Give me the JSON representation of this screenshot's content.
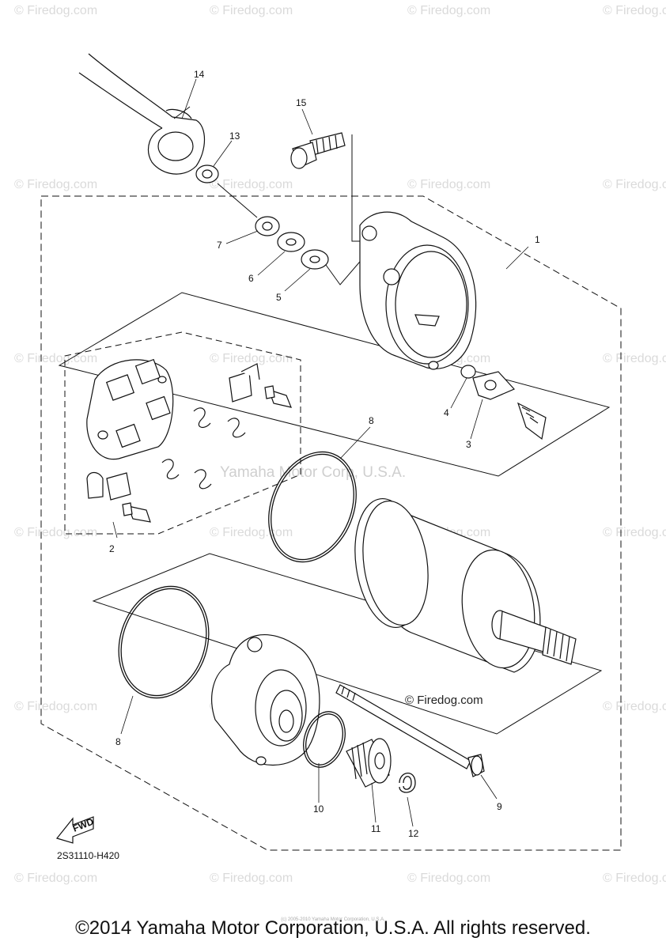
{
  "watermark": "© Firedog.com",
  "watermark_center": "© Firedog.com",
  "center_credit": "Yamaha Motor Corp, U.S.A.",
  "diagram_code": "2S31110-H420",
  "fwd_label": "FWD",
  "footer": "©2014 Yamaha Motor Corporation, U.S.A. All rights reserved.",
  "fine_print": "(c) 2005-2010 Yamaha Motor Corporation, U.S.A.",
  "callouts": [
    "1",
    "2",
    "3",
    "4",
    "5",
    "6",
    "7",
    "8",
    "8",
    "9",
    "10",
    "11",
    "12",
    "13",
    "14",
    "15"
  ]
}
